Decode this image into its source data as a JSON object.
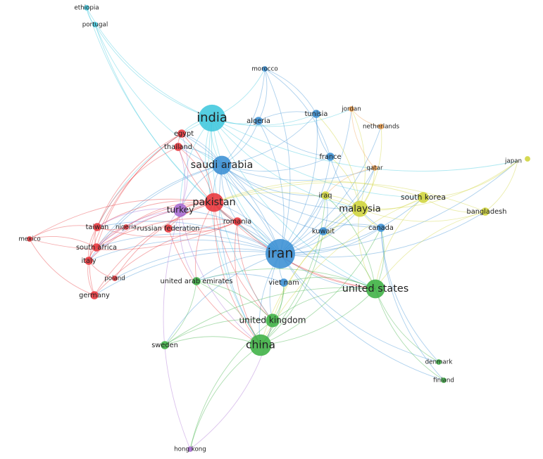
{
  "clusters": {
    "red": "#e8343a",
    "green": "#3cb043",
    "blue": "#3a8fd4",
    "yellow": "#cfd43a",
    "purple": "#a66bd1",
    "cyan": "#3fc7dd",
    "orange": "#f0a050"
  },
  "nodes": [
    {
      "id": "ethiopia",
      "label": "ethiopia",
      "cluster": "cyan",
      "weight": 1
    },
    {
      "id": "portugal",
      "label": "portugal",
      "cluster": "cyan",
      "weight": 1
    },
    {
      "id": "morocco",
      "label": "morocco",
      "cluster": "blue",
      "weight": 1
    },
    {
      "id": "india",
      "label": "india",
      "cluster": "cyan",
      "weight": 9
    },
    {
      "id": "algeria",
      "label": "algeria",
      "cluster": "blue",
      "weight": 2
    },
    {
      "id": "tunisia",
      "label": "tunisia",
      "cluster": "blue",
      "weight": 2
    },
    {
      "id": "jordan",
      "label": "jordan",
      "cluster": "orange",
      "weight": 1
    },
    {
      "id": "netherlands",
      "label": "netherlands",
      "cluster": "orange",
      "weight": 1
    },
    {
      "id": "egypt",
      "label": "egypt",
      "cluster": "red",
      "weight": 2
    },
    {
      "id": "thailand",
      "label": "thailand",
      "cluster": "red",
      "weight": 2
    },
    {
      "id": "saudi-arabia",
      "label": "saudi arabia",
      "cluster": "blue",
      "weight": 6
    },
    {
      "id": "france",
      "label": "france",
      "cluster": "blue",
      "weight": 2
    },
    {
      "id": "qatar",
      "label": "qatar",
      "cluster": "orange",
      "weight": 1
    },
    {
      "id": "japan",
      "label": "japan",
      "cluster": "yellow",
      "weight": 1
    },
    {
      "id": "iraq",
      "label": "iraq",
      "cluster": "yellow",
      "weight": 2
    },
    {
      "id": "south-korea",
      "label": "south korea",
      "cluster": "yellow",
      "weight": 3
    },
    {
      "id": "malaysia",
      "label": "malaysia",
      "cluster": "yellow",
      "weight": 5
    },
    {
      "id": "bangladesh",
      "label": "bangladesh",
      "cluster": "yellow",
      "weight": 2
    },
    {
      "id": "pakistan",
      "label": "pakistan",
      "cluster": "red",
      "weight": 6
    },
    {
      "id": "turkey",
      "label": "turkey",
      "cluster": "purple",
      "weight": 4
    },
    {
      "id": "taiwan",
      "label": "taiwan",
      "cluster": "red",
      "weight": 2
    },
    {
      "id": "nigeria",
      "label": "nigeria",
      "cluster": "red",
      "weight": 1
    },
    {
      "id": "russian-federation",
      "label": "russian federation",
      "cluster": "red",
      "weight": 2
    },
    {
      "id": "romania",
      "label": "romania",
      "cluster": "red",
      "weight": 2
    },
    {
      "id": "kuwait",
      "label": "kuwait",
      "cluster": "blue",
      "weight": 2
    },
    {
      "id": "canada",
      "label": "canada",
      "cluster": "blue",
      "weight": 2
    },
    {
      "id": "mexico",
      "label": "mexico",
      "cluster": "red",
      "weight": 1
    },
    {
      "id": "south-africa",
      "label": "south africa",
      "cluster": "red",
      "weight": 2
    },
    {
      "id": "iran",
      "label": "iran",
      "cluster": "blue",
      "weight": 10
    },
    {
      "id": "italy",
      "label": "italy",
      "cluster": "red",
      "weight": 2
    },
    {
      "id": "poland",
      "label": "poland",
      "cluster": "red",
      "weight": 1
    },
    {
      "id": "united-arab-emirates",
      "label": "united arab emirates",
      "cluster": "green",
      "weight": 2
    },
    {
      "id": "viet-nam",
      "label": "viet nam",
      "cluster": "blue",
      "weight": 2
    },
    {
      "id": "united-states",
      "label": "united states",
      "cluster": "green",
      "weight": 6
    },
    {
      "id": "germany",
      "label": "germany",
      "cluster": "red",
      "weight": 2
    },
    {
      "id": "united-kingdom",
      "label": "united kingdom",
      "cluster": "green",
      "weight": 4
    },
    {
      "id": "china",
      "label": "china",
      "cluster": "green",
      "weight": 7
    },
    {
      "id": "sweden",
      "label": "sweden",
      "cluster": "green",
      "weight": 2
    },
    {
      "id": "denmark",
      "label": "denmark",
      "cluster": "green",
      "weight": 1
    },
    {
      "id": "finland",
      "label": "finland",
      "cluster": "green",
      "weight": 1
    },
    {
      "id": "hong-kong",
      "label": "hong kong",
      "cluster": "purple",
      "weight": 1
    }
  ],
  "links": [
    [
      "ethiopia",
      "portugal"
    ],
    [
      "ethiopia",
      "india"
    ],
    [
      "portugal",
      "india"
    ],
    [
      "portugal",
      "iran"
    ],
    [
      "portugal",
      "saudi-arabia"
    ],
    [
      "ethiopia",
      "iran"
    ],
    [
      "india",
      "iran"
    ],
    [
      "india",
      "saudi-arabia"
    ],
    [
      "india",
      "pakistan"
    ],
    [
      "india",
      "malaysia"
    ],
    [
      "india",
      "china"
    ],
    [
      "india",
      "united-states"
    ],
    [
      "india",
      "egypt"
    ],
    [
      "india",
      "algeria"
    ],
    [
      "india",
      "tunisia"
    ],
    [
      "india",
      "morocco"
    ],
    [
      "india",
      "south-korea"
    ],
    [
      "india",
      "japan"
    ],
    [
      "india",
      "turkey"
    ],
    [
      "india",
      "united-kingdom"
    ],
    [
      "india",
      "taiwan"
    ],
    [
      "india",
      "jordan"
    ],
    [
      "saudi-arabia",
      "iran"
    ],
    [
      "saudi-arabia",
      "pakistan"
    ],
    [
      "saudi-arabia",
      "malaysia"
    ],
    [
      "saudi-arabia",
      "egypt"
    ],
    [
      "saudi-arabia",
      "algeria"
    ],
    [
      "saudi-arabia",
      "tunisia"
    ],
    [
      "saudi-arabia",
      "france"
    ],
    [
      "saudi-arabia",
      "china"
    ],
    [
      "saudi-arabia",
      "united-states"
    ],
    [
      "saudi-arabia",
      "morocco"
    ],
    [
      "saudi-arabia",
      "turkey"
    ],
    [
      "saudi-arabia",
      "iraq"
    ],
    [
      "saudi-arabia",
      "kuwait"
    ],
    [
      "saudi-arabia",
      "canada"
    ],
    [
      "saudi-arabia",
      "qatar"
    ],
    [
      "saudi-arabia",
      "thailand"
    ],
    [
      "saudi-arabia",
      "romania"
    ],
    [
      "saudi-arabia",
      "italy"
    ],
    [
      "saudi-arabia",
      "south-africa"
    ],
    [
      "iran",
      "malaysia"
    ],
    [
      "iran",
      "china"
    ],
    [
      "iran",
      "united-states"
    ],
    [
      "iran",
      "united-kingdom"
    ],
    [
      "iran",
      "pakistan"
    ],
    [
      "iran",
      "turkey"
    ],
    [
      "iran",
      "iraq"
    ],
    [
      "iran",
      "canada"
    ],
    [
      "iran",
      "kuwait"
    ],
    [
      "iran",
      "viet-nam"
    ],
    [
      "iran",
      "united-arab-emirates"
    ],
    [
      "iran",
      "south-korea"
    ],
    [
      "iran",
      "bangladesh"
    ],
    [
      "iran",
      "japan"
    ],
    [
      "iran",
      "france"
    ],
    [
      "iran",
      "tunisia"
    ],
    [
      "iran",
      "algeria"
    ],
    [
      "iran",
      "morocco"
    ],
    [
      "iran",
      "romania"
    ],
    [
      "iran",
      "taiwan"
    ],
    [
      "iran",
      "italy"
    ],
    [
      "iran",
      "germany"
    ],
    [
      "iran",
      "poland"
    ],
    [
      "iran",
      "south-africa"
    ],
    [
      "iran",
      "sweden"
    ],
    [
      "iran",
      "denmark"
    ],
    [
      "iran",
      "finland"
    ],
    [
      "iran",
      "egypt"
    ],
    [
      "iran",
      "russian-federation"
    ],
    [
      "iran",
      "netherlands"
    ],
    [
      "iran",
      "jordan"
    ],
    [
      "iran",
      "qatar"
    ],
    [
      "iran",
      "thailand"
    ],
    [
      "malaysia",
      "south-korea"
    ],
    [
      "malaysia",
      "bangladesh"
    ],
    [
      "malaysia",
      "japan"
    ],
    [
      "malaysia",
      "iraq"
    ],
    [
      "malaysia",
      "china"
    ],
    [
      "malaysia",
      "united-states"
    ],
    [
      "malaysia",
      "pakistan"
    ],
    [
      "malaysia",
      "tunisia"
    ],
    [
      "malaysia",
      "france"
    ],
    [
      "malaysia",
      "canada"
    ],
    [
      "malaysia",
      "netherlands"
    ],
    [
      "malaysia",
      "jordan"
    ],
    [
      "malaysia",
      "qatar"
    ],
    [
      "malaysia",
      "kuwait"
    ],
    [
      "malaysia",
      "united-kingdom"
    ],
    [
      "south-korea",
      "bangladesh"
    ],
    [
      "south-korea",
      "japan"
    ],
    [
      "south-korea",
      "china"
    ],
    [
      "south-korea",
      "united-states"
    ],
    [
      "south-korea",
      "pakistan"
    ],
    [
      "bangladesh",
      "japan"
    ],
    [
      "bangladesh",
      "united-states"
    ],
    [
      "bangladesh",
      "pakistan"
    ],
    [
      "pakistan",
      "turkey"
    ],
    [
      "pakistan",
      "china"
    ],
    [
      "pakistan",
      "united-states"
    ],
    [
      "pakistan",
      "romania"
    ],
    [
      "pakistan",
      "taiwan"
    ],
    [
      "pakistan",
      "south-africa"
    ],
    [
      "pakistan",
      "italy"
    ],
    [
      "pakistan",
      "egypt"
    ],
    [
      "pakistan",
      "thailand"
    ],
    [
      "pakistan",
      "russian-federation"
    ],
    [
      "pakistan",
      "nigeria"
    ],
    [
      "pakistan",
      "mexico"
    ],
    [
      "pakistan",
      "germany"
    ],
    [
      "pakistan",
      "poland"
    ],
    [
      "pakistan",
      "united-kingdom"
    ],
    [
      "pakistan",
      "united-arab-emirates"
    ],
    [
      "turkey",
      "taiwan"
    ],
    [
      "turkey",
      "south-africa"
    ],
    [
      "turkey",
      "italy"
    ],
    [
      "turkey",
      "russian-federation"
    ],
    [
      "turkey",
      "china"
    ],
    [
      "turkey",
      "hong-kong"
    ],
    [
      "turkey",
      "united-arab-emirates"
    ],
    [
      "turkey",
      "egypt"
    ],
    [
      "turkey",
      "thailand"
    ],
    [
      "taiwan",
      "south-africa"
    ],
    [
      "taiwan",
      "italy"
    ],
    [
      "taiwan",
      "mexico"
    ],
    [
      "taiwan",
      "nigeria"
    ],
    [
      "taiwan",
      "germany"
    ],
    [
      "taiwan",
      "romania"
    ],
    [
      "south-africa",
      "italy"
    ],
    [
      "south-africa",
      "mexico"
    ],
    [
      "italy",
      "germany"
    ],
    [
      "italy",
      "poland"
    ],
    [
      "mexico",
      "germany"
    ],
    [
      "mexico",
      "romania"
    ],
    [
      "egypt",
      "thailand"
    ],
    [
      "egypt",
      "taiwan"
    ],
    [
      "egypt",
      "italy"
    ],
    [
      "egypt",
      "south-africa"
    ],
    [
      "thailand",
      "taiwan"
    ],
    [
      "thailand",
      "romania"
    ],
    [
      "romania",
      "china"
    ],
    [
      "romania",
      "united-states"
    ],
    [
      "romania",
      "united-kingdom"
    ],
    [
      "romania",
      "germany"
    ],
    [
      "romania",
      "south-africa"
    ],
    [
      "china",
      "united-states"
    ],
    [
      "china",
      "united-kingdom"
    ],
    [
      "china",
      "sweden"
    ],
    [
      "china",
      "united-arab-emirates"
    ],
    [
      "china",
      "viet-nam"
    ],
    [
      "china",
      "hong-kong"
    ],
    [
      "china",
      "canada"
    ],
    [
      "china",
      "kuwait"
    ],
    [
      "china",
      "iraq"
    ],
    [
      "united-states",
      "united-kingdom"
    ],
    [
      "united-states",
      "canada"
    ],
    [
      "united-states",
      "denmark"
    ],
    [
      "united-states",
      "finland"
    ],
    [
      "united-states",
      "viet-nam"
    ],
    [
      "united-states",
      "iraq"
    ],
    [
      "united-states",
      "kuwait"
    ],
    [
      "united-states",
      "united-arab-emirates"
    ],
    [
      "united-states",
      "sweden"
    ],
    [
      "united-kingdom",
      "sweden"
    ],
    [
      "united-kingdom",
      "united-arab-emirates"
    ],
    [
      "united-kingdom",
      "viet-nam"
    ],
    [
      "united-kingdom",
      "hong-kong"
    ],
    [
      "canada",
      "kuwait"
    ],
    [
      "canada",
      "denmark"
    ],
    [
      "canada",
      "finland"
    ],
    [
      "tunisia",
      "algeria"
    ],
    [
      "tunisia",
      "france"
    ],
    [
      "tunisia",
      "morocco"
    ],
    [
      "algeria",
      "france"
    ],
    [
      "algeria",
      "morocco"
    ],
    [
      "france",
      "morocco"
    ],
    [
      "france",
      "canada"
    ],
    [
      "jordan",
      "qatar"
    ],
    [
      "jordan",
      "netherlands"
    ],
    [
      "qatar",
      "iraq"
    ],
    [
      "kuwait",
      "iraq"
    ],
    [
      "kuwait",
      "qatar"
    ],
    [
      "viet-nam",
      "united-arab-emirates"
    ],
    [
      "hong-kong",
      "united-kingdom"
    ],
    [
      "sweden",
      "united-arab-emirates"
    ],
    [
      "russian-federation",
      "china"
    ],
    [
      "russian-federation",
      "romania"
    ],
    [
      "nigeria",
      "south-africa"
    ]
  ]
}
